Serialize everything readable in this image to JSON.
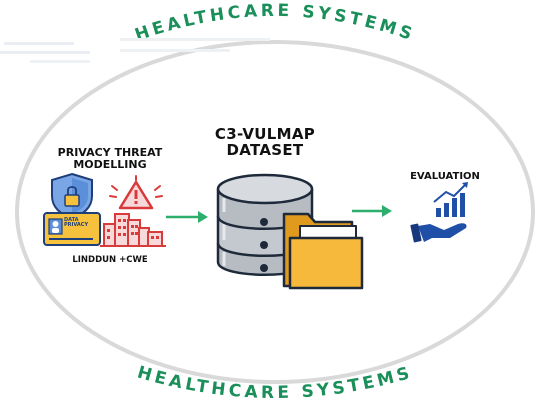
{
  "diagram": {
    "arc_title_top": "HEALTHCARE SYSTEMS",
    "arc_title_bottom": "HEALTHCARE SYSTEMS",
    "left_group": {
      "title_line1": "PRIVACY THREAT",
      "title_line2": "MODELLING",
      "card_line1": "DATA",
      "card_line2": "PRIVACY",
      "caption": "LINDDUN +CWE"
    },
    "center_group": {
      "title_line1": "C3-VULMAP",
      "title_line2": "DATASET"
    },
    "right_group": {
      "title": "EVALUATION"
    },
    "colors": {
      "arc_text": "#1a8f5a",
      "ellipse": "#d8d8d8",
      "arrow": "#2eae6c",
      "shield": "#5b8fd9",
      "warning": "#d93a3a",
      "folder": "#f6b93b",
      "database": "#b7bcc3",
      "evaluation": "#1f4fa6"
    }
  }
}
